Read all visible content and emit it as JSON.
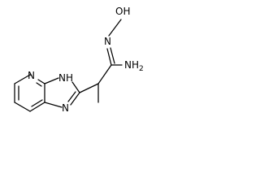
{
  "molecule": {
    "atoms": {
      "pyridine_n": "N",
      "imidazole_nh": "N",
      "imidazole_nh_h": "H",
      "imidazole_n": "N",
      "hydroxyl": "OH",
      "oxime_n": "N",
      "amine": "NH",
      "amine_subscript": "2"
    }
  }
}
